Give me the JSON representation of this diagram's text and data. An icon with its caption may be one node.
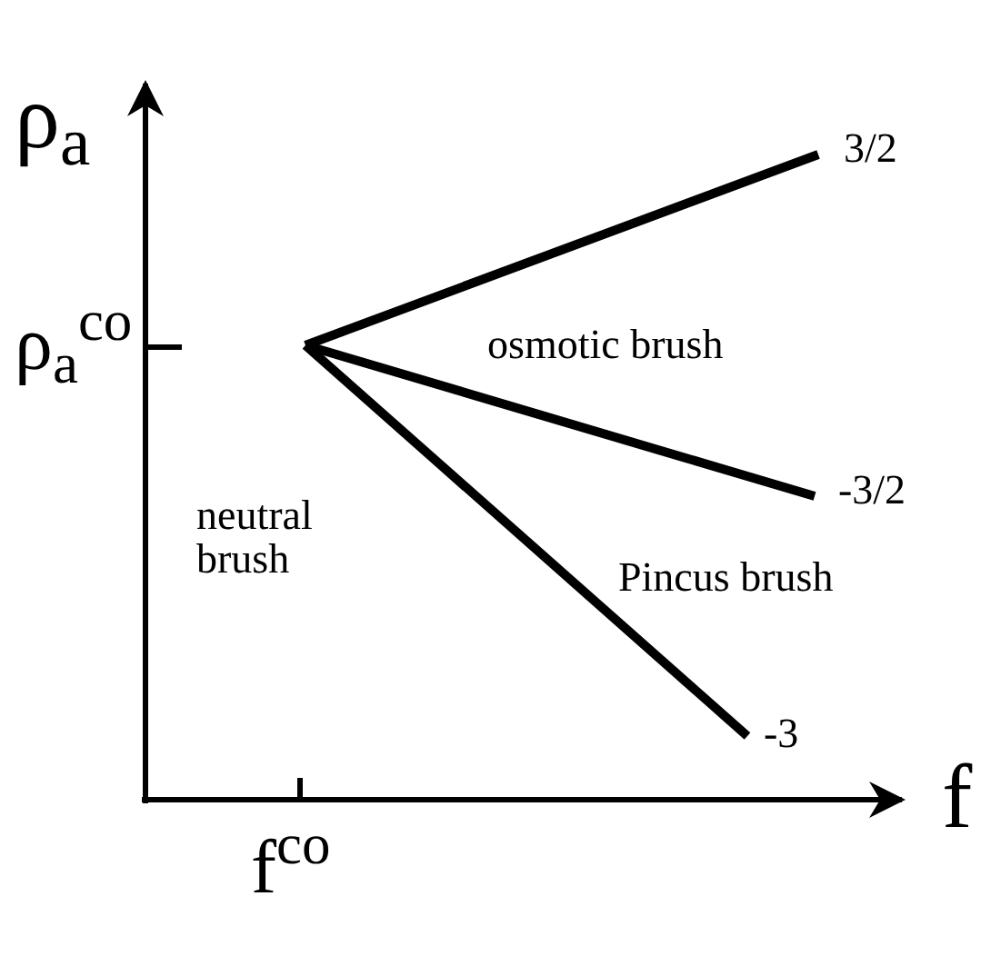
{
  "diagram": {
    "labels": [
      "ρ$_{a}$",
      "ρ$_{a}$$^{co}$",
      "3/2",
      "osmotic brush",
      "-3/2",
      "neutral brush",
      "Pincus brush",
      "-3",
      "f",
      "f$^{co}$"
    ]
  }
}
